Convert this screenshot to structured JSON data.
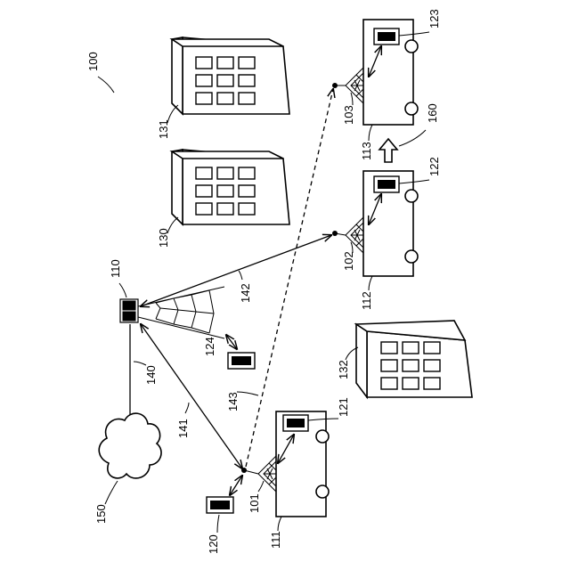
{
  "labels": {
    "system": "100",
    "ue_120": "120",
    "ue_121": "121",
    "ue_122": "122",
    "ue_123": "123",
    "ue_124": "124",
    "relay_101": "101",
    "relay_102": "102",
    "relay_103": "103",
    "base_station": "110",
    "vehicle_111": "111",
    "vehicle_112": "112",
    "vehicle_113": "113",
    "building_130": "130",
    "building_131": "131",
    "building_132": "132",
    "link_140": "140",
    "link_141": "141",
    "link_142": "142",
    "link_143": "143",
    "network": "150",
    "movement": "160"
  }
}
